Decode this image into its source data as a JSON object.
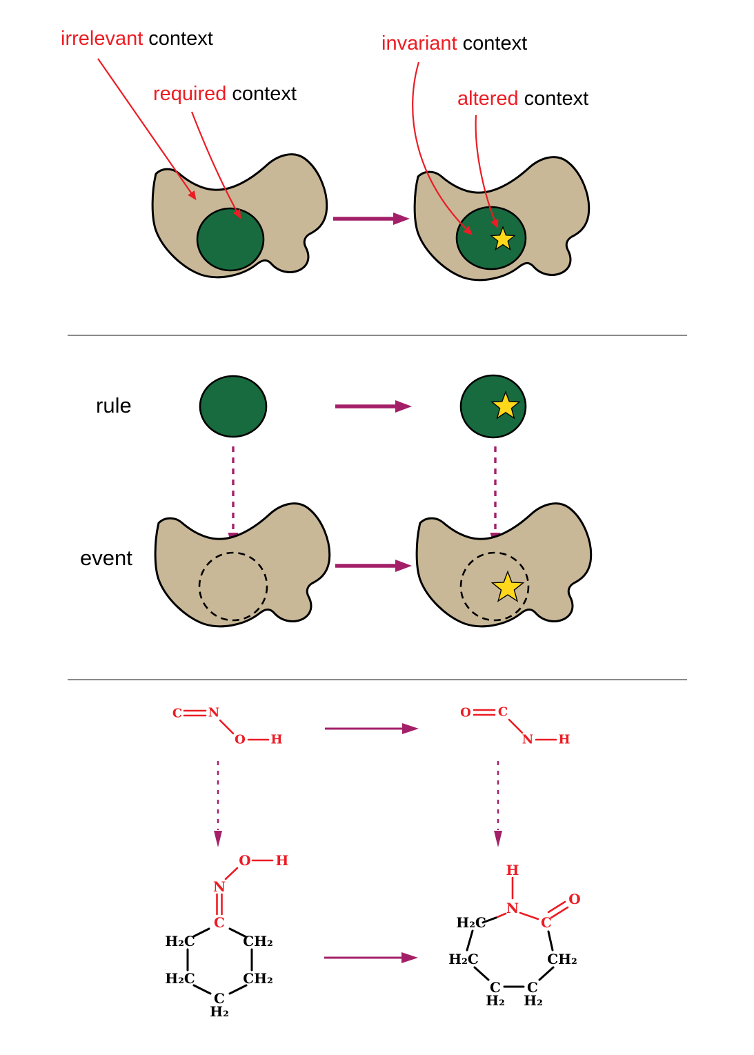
{
  "annotations": {
    "irrelevant": {
      "term": "irrelevant",
      "rest": "context"
    },
    "required": {
      "term": "required",
      "rest": "context"
    },
    "invariant": {
      "term": "invariant",
      "rest": "context"
    },
    "altered": {
      "term": "altered",
      "rest": "context"
    }
  },
  "rows": {
    "rule": "rule",
    "event": "event"
  },
  "colors": {
    "annotation_red": "#EC1C24",
    "cell_tan": "#C8B897",
    "nucleus_green": "#186B3F",
    "star_yellow": "#FFD81C",
    "transform_purple": "#A32069",
    "outline_black": "#000000",
    "divider_gray": "#8A8A8A"
  },
  "chemistry": {
    "rule_before": {
      "c": "C",
      "n": "N",
      "o": "O",
      "h": "H"
    },
    "rule_after": {
      "o": "O",
      "c": "C",
      "n": "N",
      "h": "H"
    },
    "event_before": {
      "o": "O",
      "h": "H",
      "n": "N",
      "c": "C",
      "ring_ul": "H₂C",
      "ring_ur": "CH₂",
      "ring_ll": "H₂C",
      "ring_lr": "CH₂",
      "ring_bottom_c": "C",
      "ring_bottom_h2": "H₂"
    },
    "event_after": {
      "h": "H",
      "n": "N",
      "o": "O",
      "c": "C",
      "ring_ul": "H₂C",
      "ring_l": "H₂C",
      "ring_r": "CH₂",
      "ring_bl_c": "C",
      "ring_bl_h2": "H₂",
      "ring_br_c": "C",
      "ring_br_h2": "H₂"
    }
  }
}
